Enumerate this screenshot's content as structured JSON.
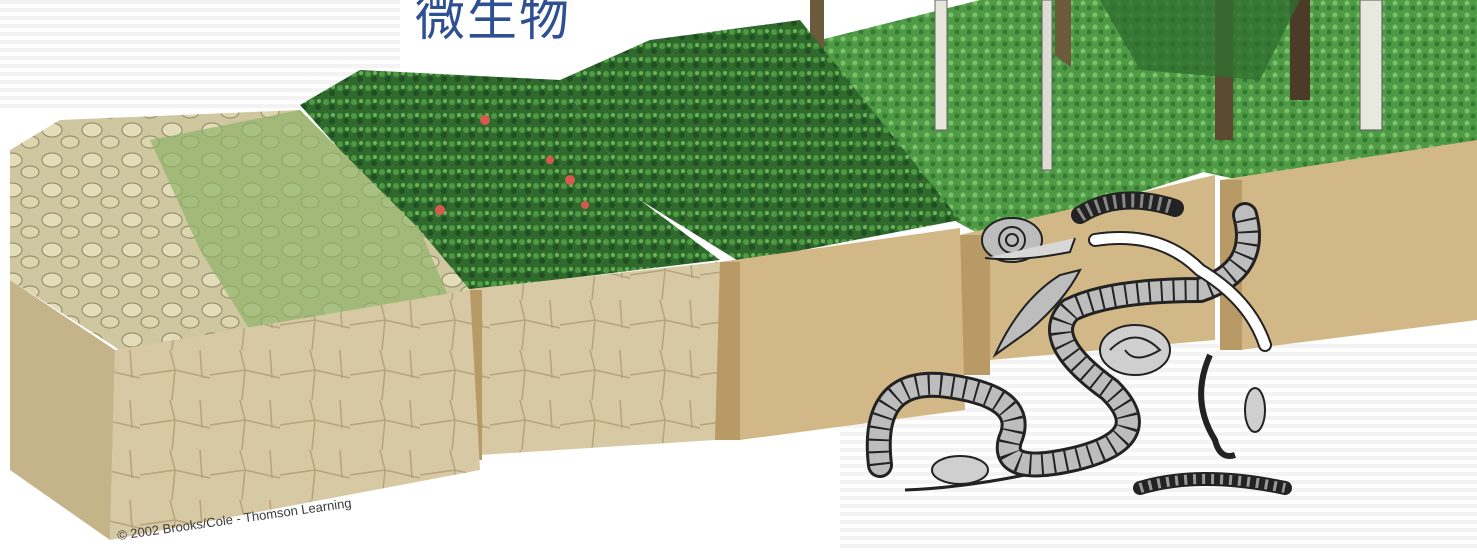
{
  "title": "微生物",
  "credit": "© 2002 Brooks/Cole - Thomson Learning",
  "colors": {
    "title": "#2f4f93",
    "soil": "#d2b887",
    "soil_dark": "#b89a66",
    "rock": "#d9d2b0",
    "moss": "#8fb36a",
    "grass": "#3f8a3a",
    "forest": "#2f6e2e"
  },
  "illustration": {
    "name": "primary-succession-soil-blocks",
    "icons": [
      "rock-block-icon",
      "moss-block-icon",
      "shrub-block-icon",
      "grass-block-icon",
      "forest-block-icon",
      "snail-icon",
      "slug-icon",
      "earthworm-icon",
      "millipede-icon",
      "shell-icon"
    ]
  }
}
